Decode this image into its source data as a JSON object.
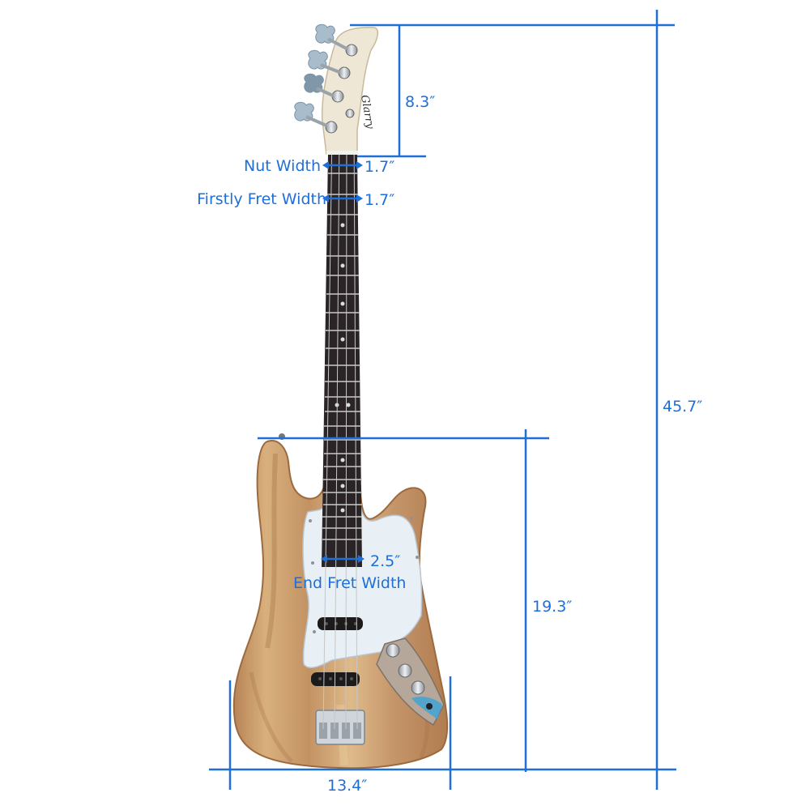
{
  "product": {
    "type": "4-string electric bass guitar",
    "finish": "natural wood",
    "brand_logo": "Glarry",
    "pickguard_color": "#e8f0f6"
  },
  "colors": {
    "dimension_line": "#1f6fd6",
    "label_text": "#1f6fd6",
    "background": "#ffffff",
    "wood_light": "#d9b382",
    "wood_dark": "#a9784a",
    "fretboard": "#2a2426",
    "headstock": "#efe7d6"
  },
  "dimensions": {
    "headstock_length": {
      "value": "8.3″",
      "label": ""
    },
    "nut_width": {
      "label": "Nut Width",
      "value": "1.7″"
    },
    "first_fret_width": {
      "label": "Firstly Fret Width",
      "value": "1.7″"
    },
    "end_fret_width": {
      "label": "End Fret Width",
      "value": "2.5″"
    },
    "body_length": {
      "value": "19.3″"
    },
    "total_length": {
      "value": "45.7″"
    },
    "body_width": {
      "value": "13.4″"
    }
  }
}
